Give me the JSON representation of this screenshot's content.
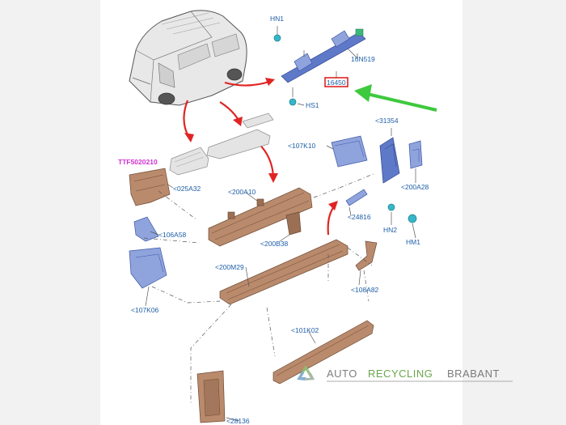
{
  "callouts": {
    "hn1": "HN1",
    "n16n519": "16N519",
    "n16450": "16450",
    "hs1": "HS1",
    "n31354": "<31354",
    "n107k10": "<107K10",
    "ttf": "TTF5020210",
    "n025a32": "<025A32",
    "n200a10": "<200A10",
    "n200a28": "<200A28",
    "n24816": "<24816",
    "hn2": "HN2",
    "hm1": "HM1",
    "n106a58": "<106A58",
    "n200b38": "<200B38",
    "n200m29": "<200M29",
    "n108a82": "<108A82",
    "n107k06": "<107K06",
    "n101k02": "<101K02",
    "n28136": "<28136"
  },
  "logo": {
    "word1": "AUTO",
    "word2": "RECYCLING",
    "word3": "BRABANT"
  },
  "colors": {
    "part_brown": "#b98a6c",
    "part_blue": "#8fa3dc",
    "highlight_red": "#e02424",
    "arrow_green": "#3ec93e",
    "label_blue": "#1f5fa8",
    "label_magenta": "#d12fd1",
    "logo_green": "#5a9c3a"
  }
}
